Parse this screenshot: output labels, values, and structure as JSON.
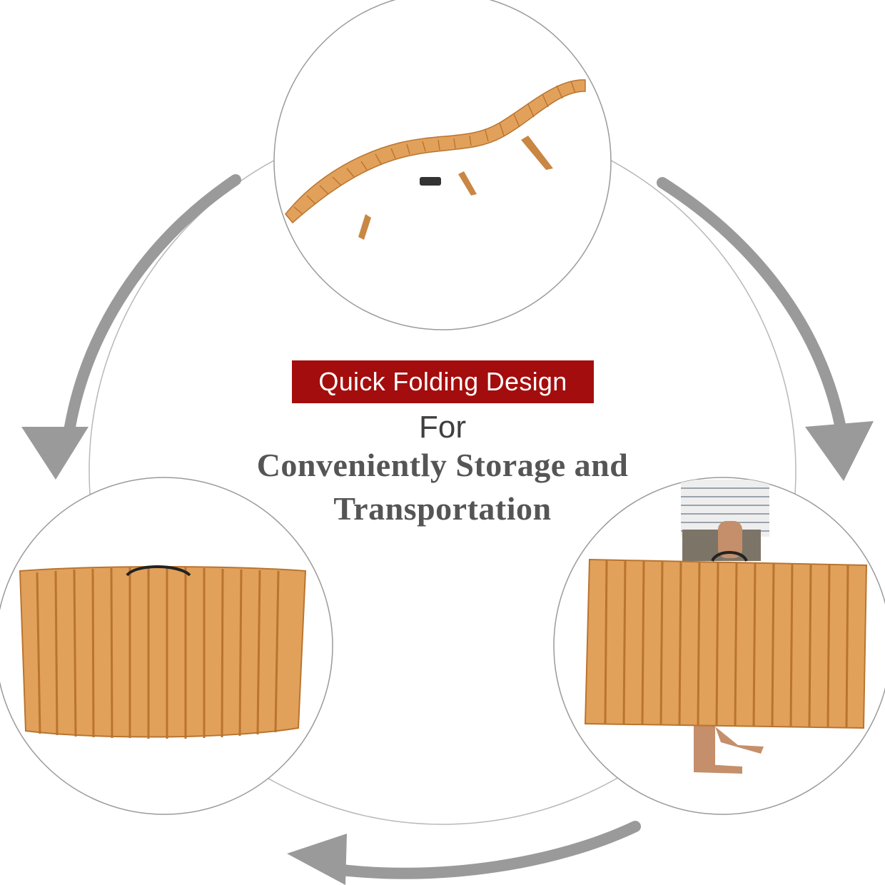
{
  "headline": "Quick Folding Design",
  "connector": "For",
  "subtitle": {
    "line1": "Conveniently Storage and",
    "line2": "Transportation"
  },
  "colors": {
    "badge": "#a40d0d",
    "arrow": "#9a9a9a",
    "wood": "#e2a15a",
    "wood_dark": "#b9742f",
    "circle_stroke": "#9a9a9a"
  },
  "icons": [
    "curved-arrow-icon"
  ]
}
